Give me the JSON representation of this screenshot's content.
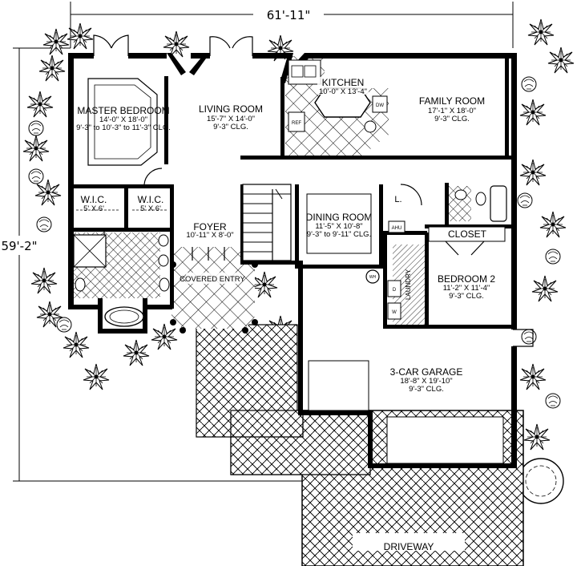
{
  "dimensions": {
    "width": "61'-11\"",
    "depth": "59'-2\""
  },
  "rooms": [
    {
      "id": "master",
      "name": "MASTER BEDROOM",
      "size": "14'-0\" X 18'-0\"",
      "ceiling": "9'-3\" to 10'-3\" to 11'-3\" CLG."
    },
    {
      "id": "living",
      "name": "LIVING ROOM",
      "size": "15'-7\" X 14'-0\"",
      "ceiling": "9'-3\" CLG."
    },
    {
      "id": "kitchen",
      "name": "KITCHEN",
      "size": "10'-0\" X 13'-4\"",
      "ceiling": ""
    },
    {
      "id": "family",
      "name": "FAMILY ROOM",
      "size": "17'-1\" X 18'-0\"",
      "ceiling": "9'-3\" CLG."
    },
    {
      "id": "wic1",
      "name": "W.I.C.",
      "size": "5' X 6'",
      "ceiling": ""
    },
    {
      "id": "wic2",
      "name": "W.I.C.",
      "size": "5' X 6'",
      "ceiling": ""
    },
    {
      "id": "foyer",
      "name": "FOYER",
      "size": "10'-11\" X 8'-0\"",
      "ceiling": ""
    },
    {
      "id": "dining",
      "name": "DINING ROOM",
      "size": "11'-5\" X 10'-8\"",
      "ceiling": "9'-3\" to 9'-11\" CLG."
    },
    {
      "id": "entry",
      "name": "COVERED ENTRY",
      "size": "",
      "ceiling": ""
    },
    {
      "id": "bedroom2",
      "name": "BEDROOM 2",
      "size": "11'-2\" X 11'-4\"",
      "ceiling": "9'-3\" CLG."
    },
    {
      "id": "garage",
      "name": "3-CAR GARAGE",
      "size": "18'-8\" X 19'-10\"",
      "ceiling": "9'-3\" CLG."
    },
    {
      "id": "closet",
      "name": "CLOSET",
      "size": "",
      "ceiling": ""
    },
    {
      "id": "driveway",
      "name": "DRIVEWAY",
      "size": "",
      "ceiling": ""
    }
  ],
  "fixtures": {
    "laundry": "LAUNDRY",
    "linen": "L.",
    "ahu": "AHU",
    "water_heater": "WH",
    "dishwasher": "DW",
    "refrigerator": "REF",
    "dryer": "D",
    "washer": "W"
  }
}
